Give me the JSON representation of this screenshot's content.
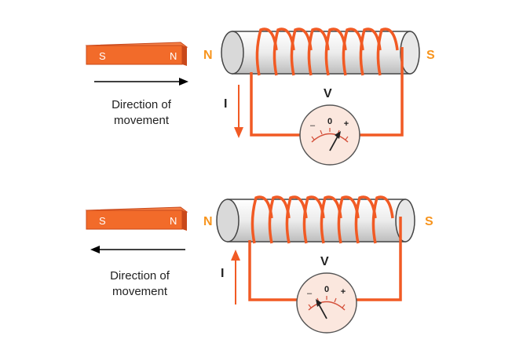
{
  "colors": {
    "magnet": "#f26b2a",
    "magnet_top": "#f47f45",
    "magnet_side": "#c9481a",
    "coil": "#f15a24",
    "pole_label": "#f7941d",
    "current_arrow": "#f15a24",
    "meter_face": "#fbe7de",
    "arrow": "#000000"
  },
  "top_panel": {
    "magnet_left_pole": "S",
    "magnet_right_pole": "N",
    "movement_label_line1": "Direction of",
    "movement_label_line2": "movement",
    "movement_direction": "right",
    "coil_left_pole": "N",
    "coil_right_pole": "S",
    "current_label": "I",
    "current_direction": "down",
    "meter_label": "V",
    "meter_zero": "0",
    "meter_minus": "–",
    "meter_plus": "+",
    "needle_deflection": "positive"
  },
  "bottom_panel": {
    "magnet_left_pole": "S",
    "magnet_right_pole": "N",
    "movement_label_line1": "Direction of",
    "movement_label_line2": "movement",
    "movement_direction": "left",
    "coil_left_pole": "N",
    "coil_right_pole": "S",
    "current_label": "I",
    "current_direction": "up",
    "meter_label": "V",
    "meter_zero": "0",
    "meter_minus": "–",
    "meter_plus": "+",
    "needle_deflection": "negative"
  }
}
